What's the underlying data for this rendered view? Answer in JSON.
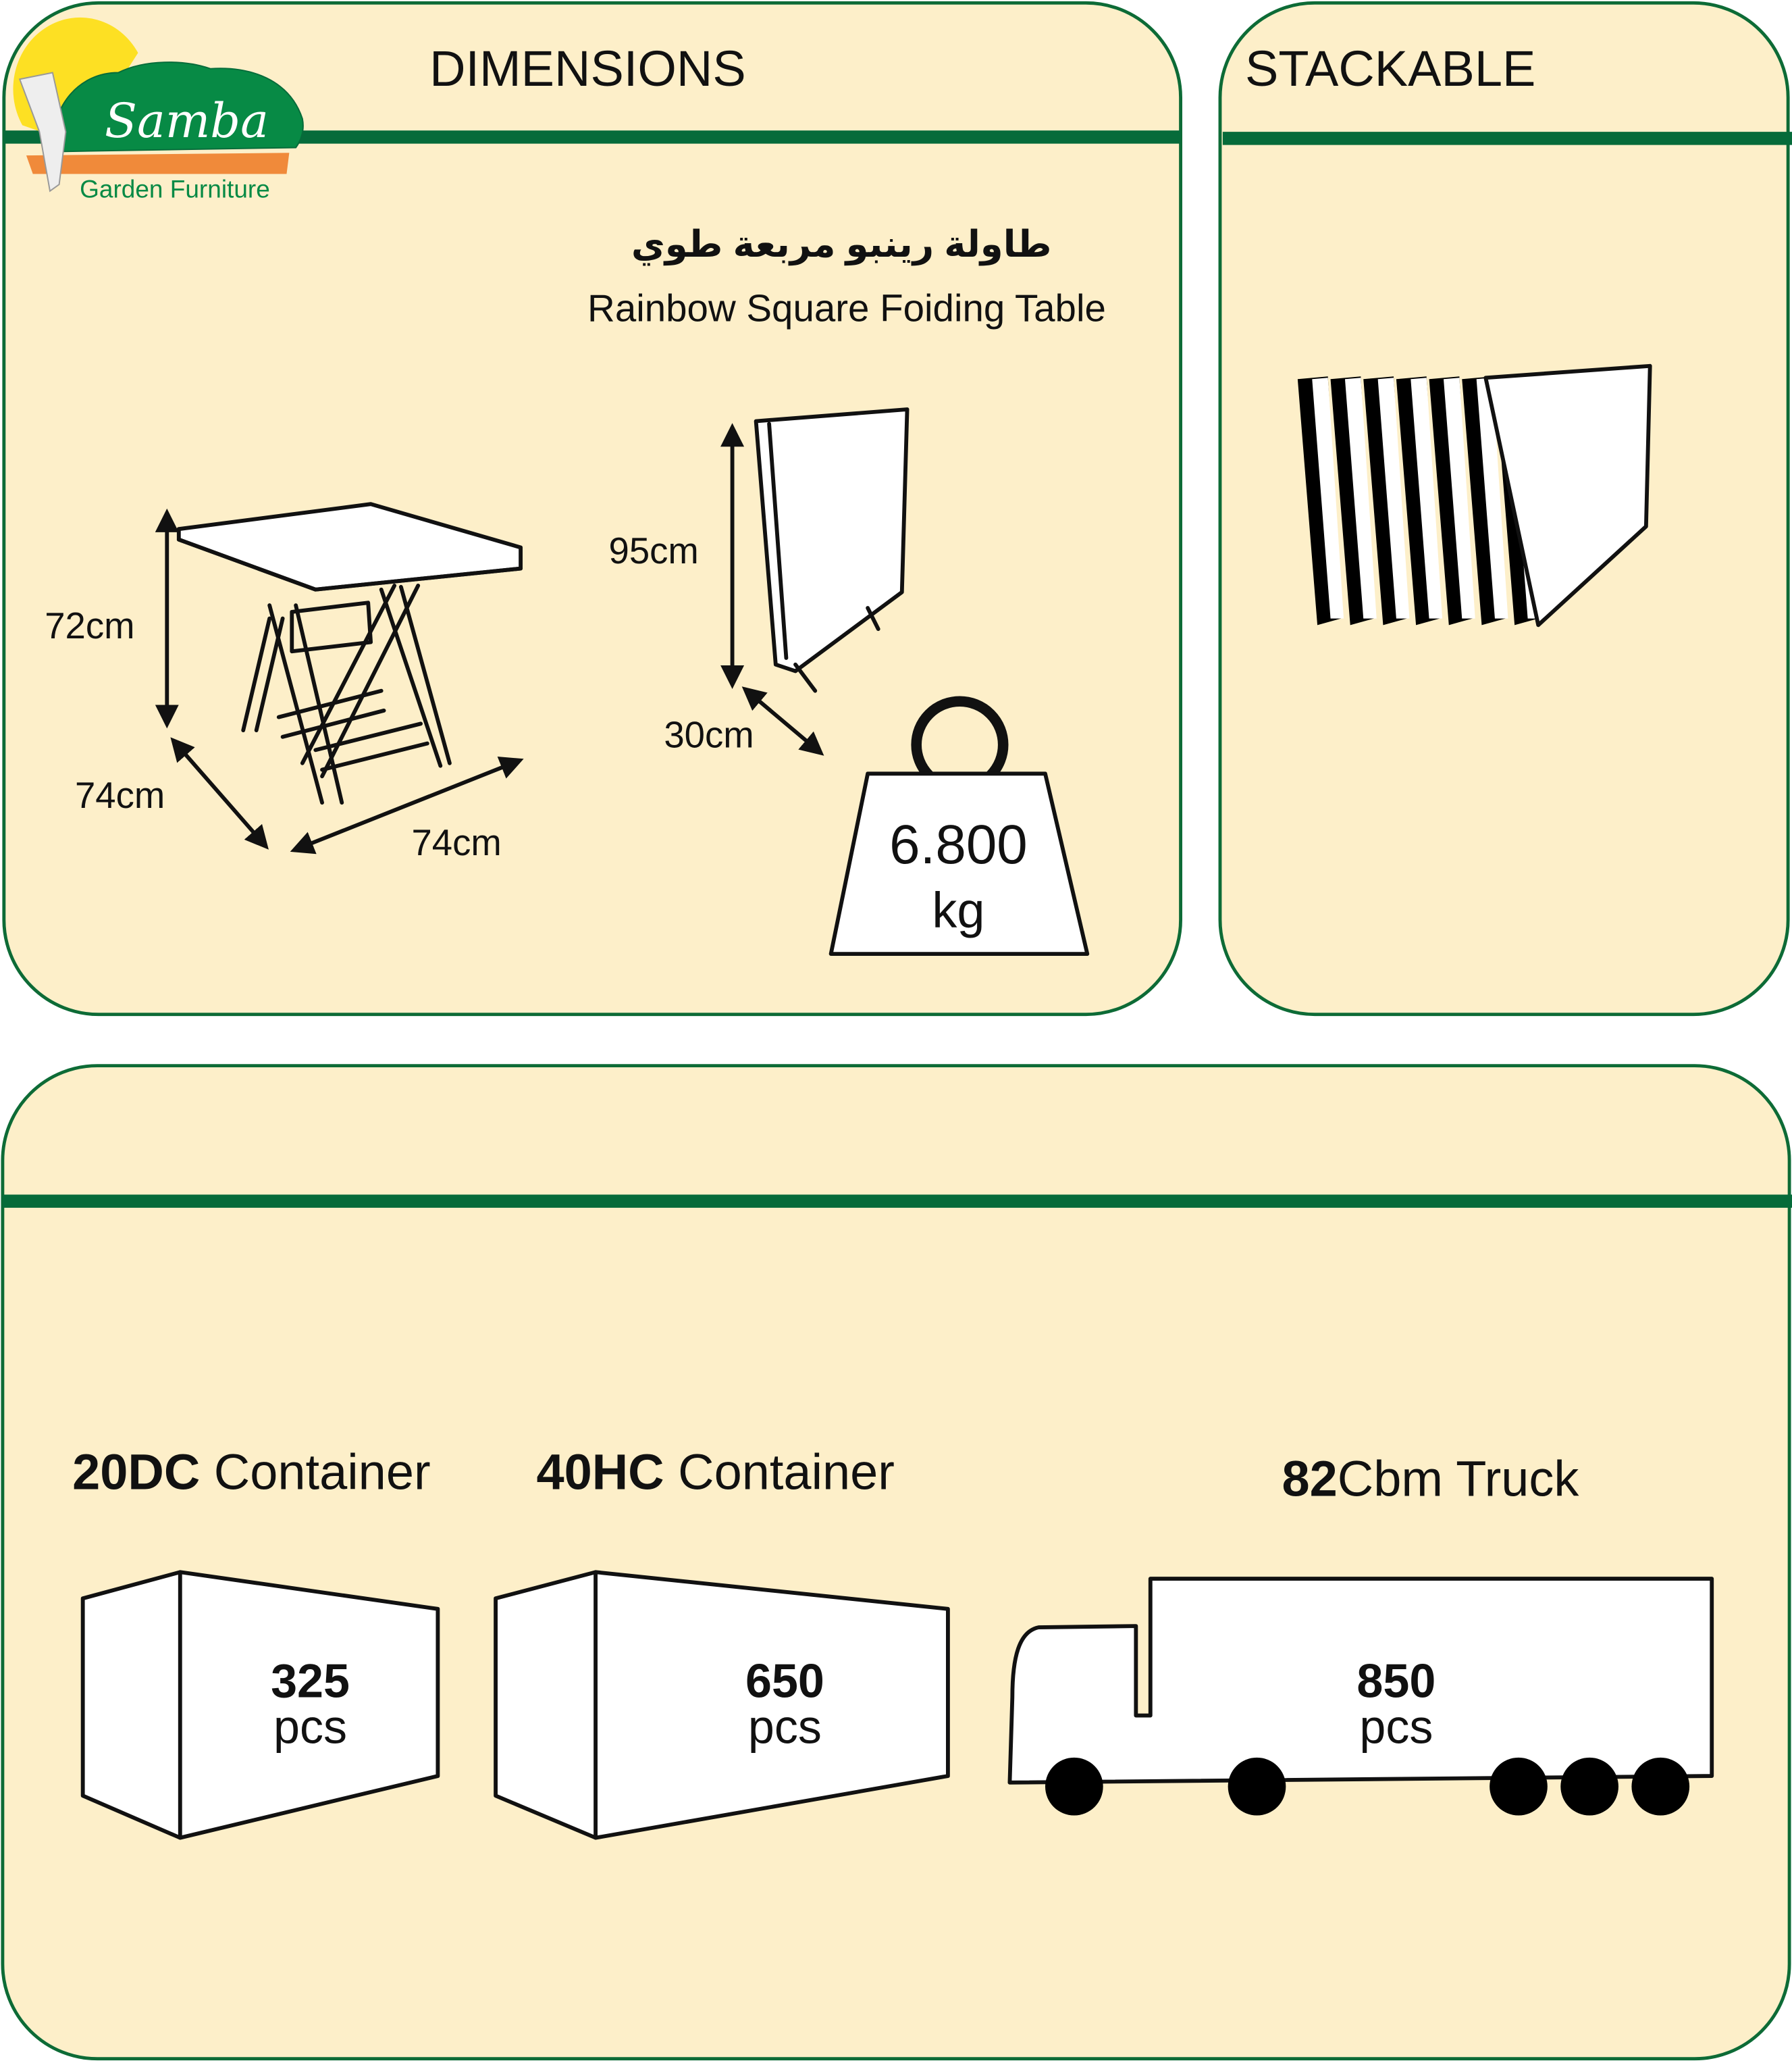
{
  "brand": {
    "name": "Samba",
    "tagline": "Garden Furniture"
  },
  "colors": {
    "panel_bg": "#fdefc9",
    "green": "#066b3a",
    "border": "#0d6b36",
    "logo_sun": "#fde023",
    "logo_orange": "#f08a3a"
  },
  "dimensions": {
    "heading": "DIMENSIONS",
    "product_name_ar": "طاولة رينبو مربعة طوي",
    "product_name_en": "Rainbow Square Foiding Table",
    "height": "72cm",
    "depth": "74cm",
    "width": "74cm",
    "folded_height": "95cm",
    "folded_depth": "30cm",
    "weight_value": "6.800",
    "weight_unit": "kg"
  },
  "stackable": {
    "heading": "STACKABLE"
  },
  "loading": {
    "items": [
      {
        "label_bold": "20DC",
        "label_rest": " Container",
        "qty": "325",
        "unit": "pcs"
      },
      {
        "label_bold": "40HC",
        "label_rest": " Container",
        "qty": "650",
        "unit": "pcs"
      },
      {
        "label_bold": "82",
        "label_rest": "Cbm Truck",
        "qty": "850",
        "unit": "pcs"
      }
    ]
  }
}
